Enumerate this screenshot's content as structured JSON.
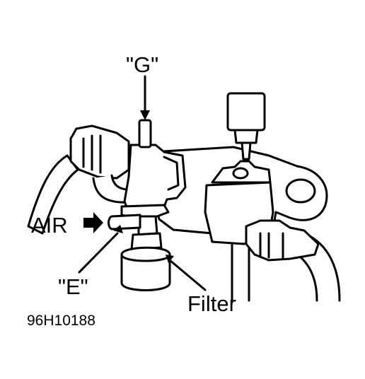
{
  "labels": {
    "port_g": "\"G\"",
    "air": "AIR",
    "port_e": "\"E\"",
    "filter": "Filter",
    "figure_code": "96H10188"
  },
  "colors": {
    "ink": "#000000",
    "paper": "#ffffff"
  }
}
